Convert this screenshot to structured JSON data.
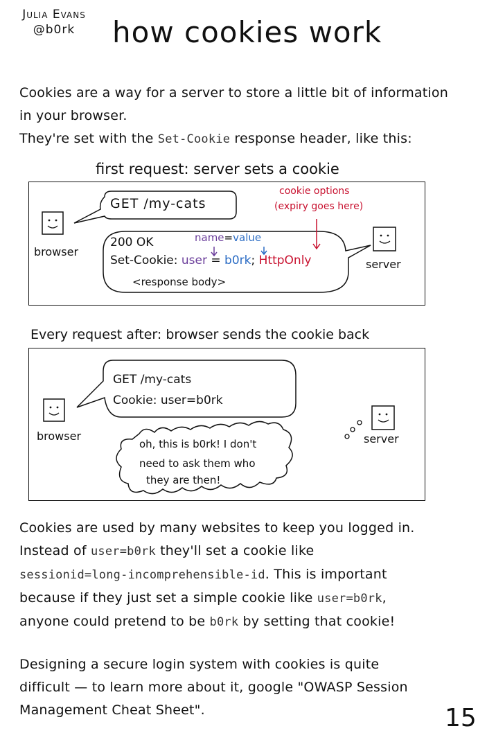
{
  "header": {
    "author_name": "Julia Evans",
    "author_handle": "@b0rk",
    "title": "how cookies work"
  },
  "intro": {
    "line1": "Cookies are a way for a server to store a little bit of information in your browser.",
    "line2_pre": "They're set with the ",
    "line2_code": "Set-Cookie",
    "line2_post": " response header, like this:"
  },
  "first_request": {
    "title": "first request: server sets a cookie",
    "browser_label": "browser",
    "server_label": "server",
    "request_text": "GET /my-cats",
    "options_note_line1": "cookie options",
    "options_note_line2": "(expiry goes here)",
    "name_label": "name",
    "equals": "=",
    "value_label": "value",
    "status_line": "200 OK",
    "set_cookie_key": "Set-Cookie:",
    "cookie_name": "user",
    "cookie_eq": "=",
    "cookie_value": "b0rk",
    "semicolon": ";",
    "cookie_option": "HttpOnly",
    "response_body": "<response body>"
  },
  "every_request": {
    "title": "Every request after: browser sends the cookie back",
    "browser_label": "browser",
    "server_label": "server",
    "request_line1": "GET /my-cats",
    "request_line2": "Cookie: user=b0rk",
    "thought_line1": "oh, this is b0rk! I don't",
    "thought_line2": "need to ask them who",
    "thought_line3": "they are then!"
  },
  "usage": {
    "s1": "Cookies are used by many websites to keep you logged in.",
    "s2_pre": "Instead of ",
    "s2_code1": "user=b0rk",
    "s2_mid": " they'll set a cookie like",
    "s3_code": "sessionid=long-incomprehensible-id",
    "s3_post": ". This is important",
    "s4_pre": "because if they just set a simple cookie like ",
    "s4_code": "user=b0rk",
    "s4_post": ",",
    "s5_pre": "anyone could pretend to be ",
    "s5_code": "b0rk",
    "s5_post": " by setting that cookie!"
  },
  "designing": {
    "line1": "Designing a secure login system with cookies is quite",
    "line2": "difficult — to learn more about it, google \"OWASP Session",
    "line3": "Management Cheat Sheet\"."
  },
  "page_number": "15",
  "colors": {
    "ink": "#111111",
    "purple": "#6a3d9a",
    "blue": "#2b6cc4",
    "red": "#c8102e"
  }
}
